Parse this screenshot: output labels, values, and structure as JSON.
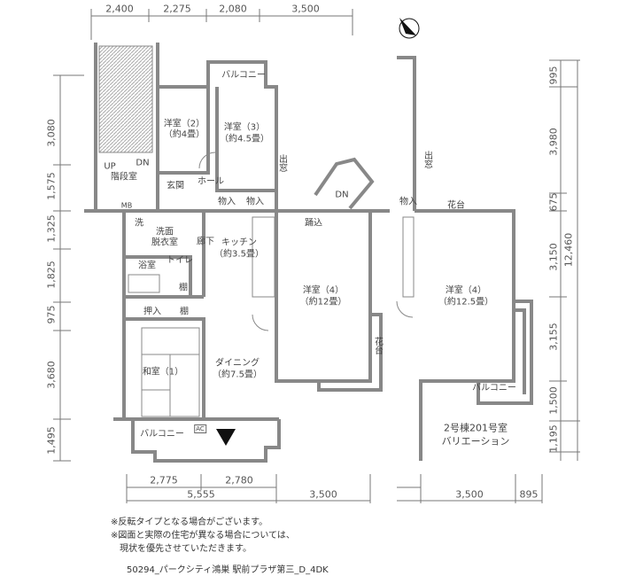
{
  "dimensions": {
    "top": [
      "2,400",
      "2,275",
      "2,080",
      "3,500"
    ],
    "left": [
      "3,080",
      "1,575",
      "1,325",
      "1,825",
      "975",
      "3,680",
      "1,495"
    ],
    "right": [
      "995",
      "3,980",
      "675",
      "3,150",
      "3,155",
      "1,500",
      "1,195"
    ],
    "right_total": "12,460",
    "bottom_row1": [
      "2,775",
      "2,780"
    ],
    "bottom_row2": [
      "5,555",
      "3,500"
    ],
    "bottom_variant": [
      "3,500",
      "895"
    ]
  },
  "rooms": {
    "balcony_top": "バルコニー",
    "western2": "洋室（2）",
    "western2_size": "（約4畳）",
    "western3": "洋室（3）",
    "western3_size": "（約4.5畳）",
    "bay_window": "出窓",
    "up": "UP",
    "dn": "DN",
    "stairwell": "階段室",
    "entrance": "玄関",
    "hall": "ホール",
    "mb": "MB",
    "storage1": "物入",
    "storage2": "物入",
    "dn2": "DN",
    "landing": "踊込",
    "washer": "洗",
    "washroom": "洗面",
    "dressing": "脱衣室",
    "corridor": "廊下",
    "kitchen": "キッチン",
    "kitchen_size": "（約3.5畳）",
    "bath": "浴室",
    "toilet": "トイレ",
    "shelf1": "棚",
    "western4": "洋室（4）",
    "western4_size": "（約12畳）",
    "closet": "押入",
    "shelf2": "棚",
    "japanese1": "和室（1）",
    "dining": "ダイニング",
    "dining_size": "（約7.5畳）",
    "flower_bed": "花台",
    "balcony_bottom": "バルコニー",
    "ac": "AC"
  },
  "variant": {
    "bay_window": "出窓",
    "storage": "物入",
    "flower_bed": "花台",
    "western4": "洋室（4）",
    "western4_size": "（約12.5畳）",
    "balcony": "バルコニー",
    "caption1": "2号棟201号室",
    "caption2": "バリエーション"
  },
  "notes": [
    "※反転タイプとなる場合がございます。",
    "※図面と実際の住宅が異なる場合については、",
    "　現状を優先させていただきます。"
  ],
  "footer": "50294_パークシティ鴻巣 駅前プラザ第三_D_4DK",
  "compass": "N"
}
